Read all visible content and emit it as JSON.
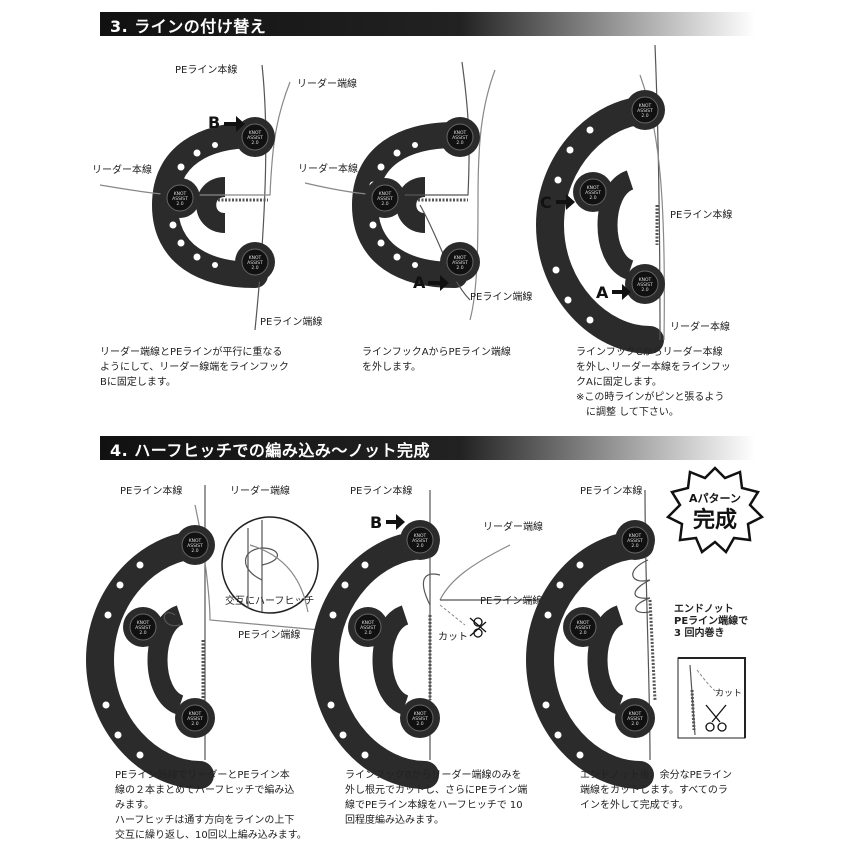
{
  "section3": {
    "title": "3. ラインの付け替え",
    "step1": {
      "labels": {
        "pe_main": "PEライン本線",
        "leader_end": "リーダー端線",
        "leader_main": "リーダー本線",
        "pe_end": "PEライン端線",
        "marker_b": "B"
      },
      "caption": [
        "リーダー端線とPEラインが平行に重なる",
        "ようにして、リーダー線端をラインフック",
        "Bに固定します。"
      ]
    },
    "step2": {
      "labels": {
        "leader_main": "リーダー本線",
        "pe_end": "PEライン端線",
        "marker_a": "A"
      },
      "caption": [
        "ラインフックAからPEライン端線",
        "を外します。"
      ]
    },
    "step3": {
      "labels": {
        "pe_main": "PEライン本線",
        "leader_main": "リーダー本線",
        "marker_c": "C",
        "marker_a": "A"
      },
      "caption": [
        "ラインフックCからリーダー本線",
        "を外し､リーダー本線をラインフッ",
        "クAに固定します。",
        "※この時ラインがピンと張るよう",
        "　に調整 して下さい。"
      ]
    }
  },
  "section4": {
    "title": "4. ハーフヒッチでの編み込み～ノット完成",
    "step1": {
      "labels": {
        "pe_main": "PEライン本線",
        "leader_end": "リーダー端線",
        "half_hitch": "交互にハーフヒッチ",
        "pe_end": "PEライン端線"
      },
      "caption": [
        "PEライン端線でリーダーとPEライン本",
        "線の２本まとめてハーフヒッチで編み込",
        "みます。",
        "ハーフヒッチは通す方向をラインの上下",
        "交互に繰り返し、10回以上編み込みます。"
      ]
    },
    "step2": {
      "labels": {
        "marker_b": "B",
        "leader_end": "リーダー端線",
        "pe_end": "PEライン端線",
        "cut": "カット"
      },
      "caption": [
        "ラインフックBからリーダー端線のみを",
        "外し根元でカットし、さらにPEライン端",
        "線でPEライン本線をハーフヒッチで 10",
        "回程度編み込みます。"
      ]
    },
    "step3": {
      "labels": {
        "pe_main": "PEライン本線",
        "end_knot_1": "エンドノット",
        "end_knot_2": "PEライン端線で",
        "end_knot_3": "3 回内巻き",
        "cut": "カット"
      },
      "badge": [
        "Aパターン",
        "完成"
      ],
      "caption": [
        "エンドノット後、余分なPEライン",
        "端線をカットします。すべてのラ",
        "インを外して完成です。"
      ]
    }
  },
  "device_text": [
    "KNOT",
    "ASSIST",
    "2.0"
  ],
  "colors": {
    "device": "#2b2b2b",
    "line": "#555555",
    "leader": "#8a8a8a",
    "bar": "#111111"
  }
}
